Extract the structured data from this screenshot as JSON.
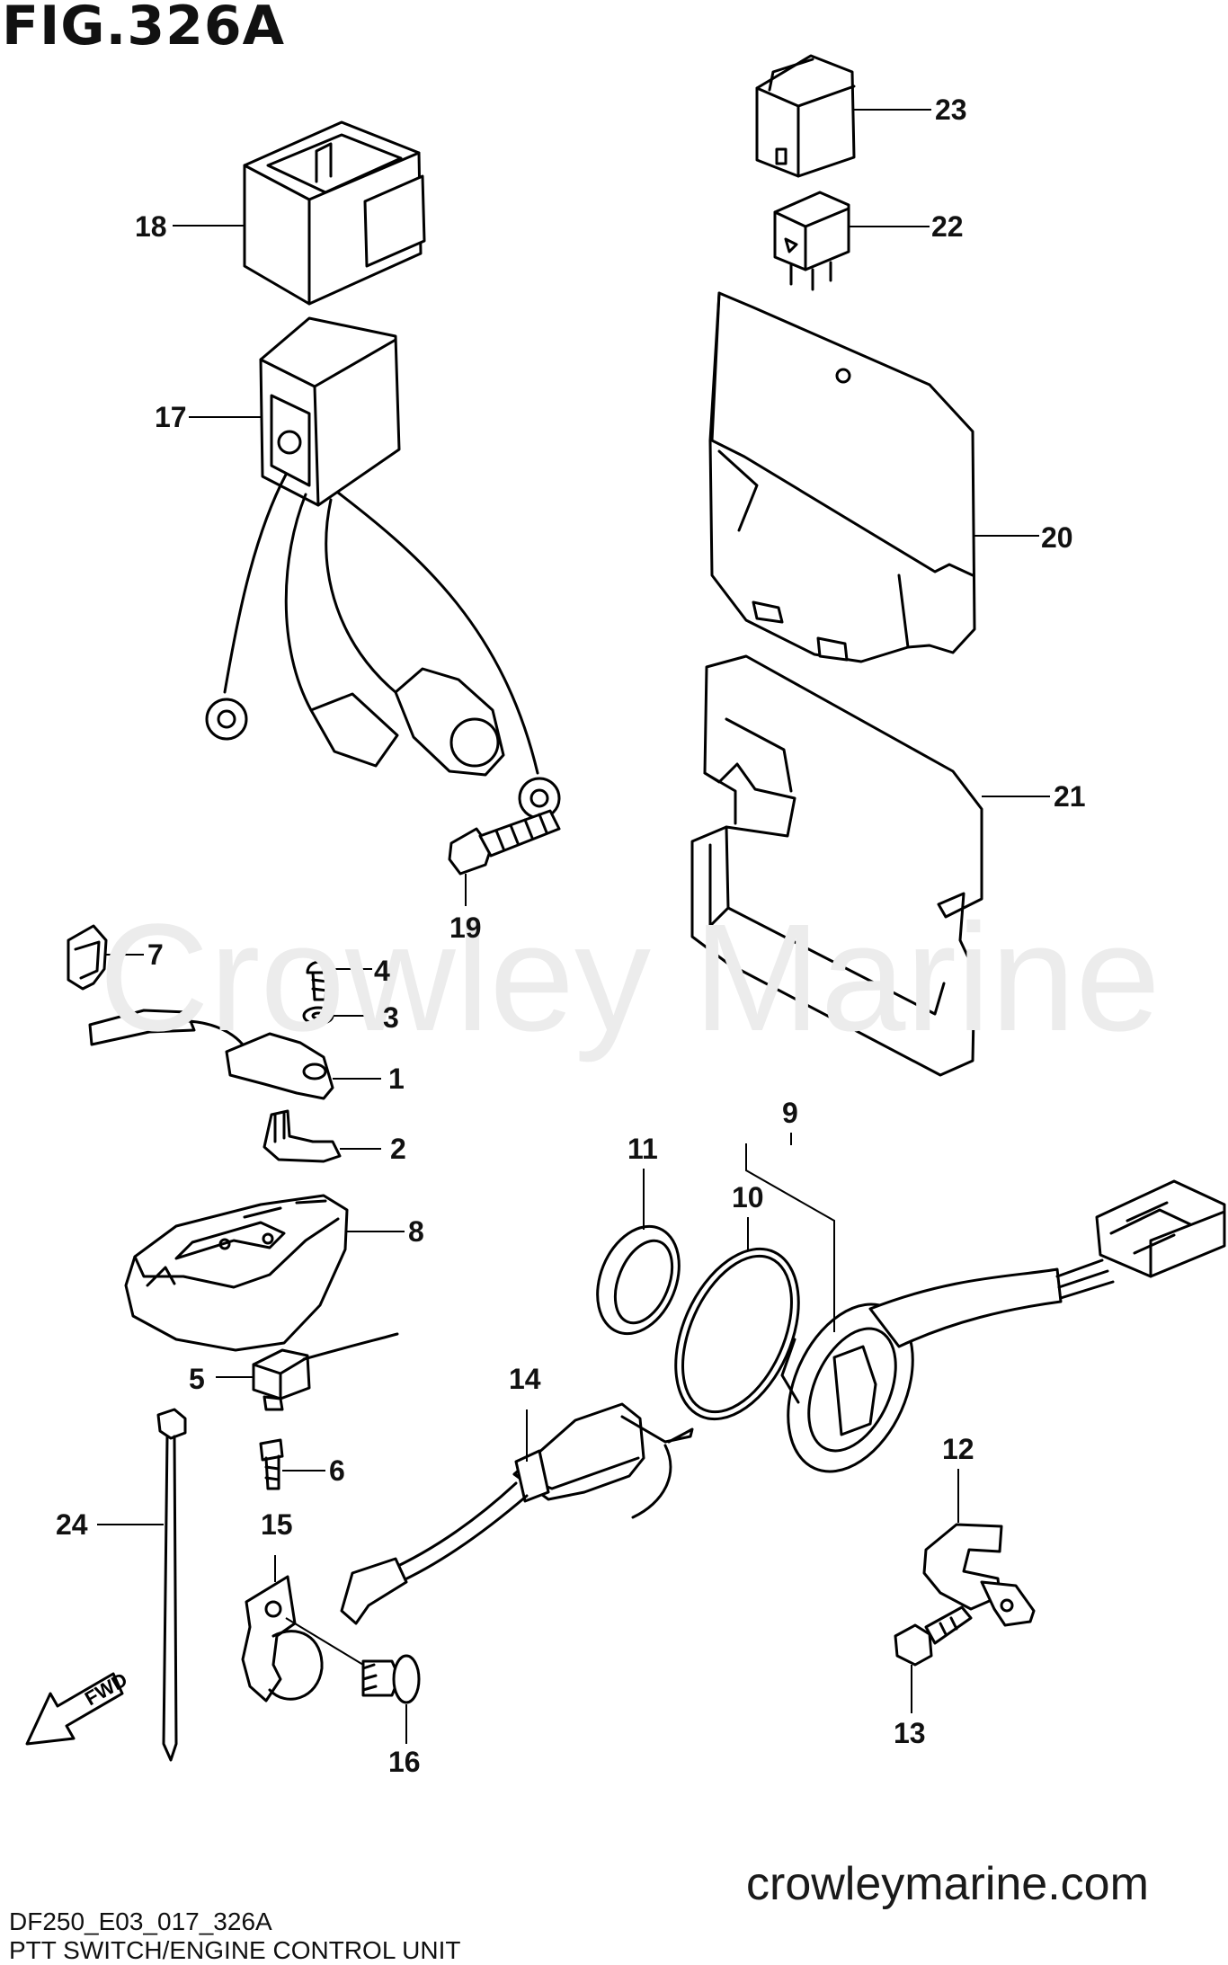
{
  "figure": {
    "title": "FIG.326A",
    "watermark": "Crowley Marine",
    "website": "crowleymarine.com",
    "drawing_code": "DF250_E03_017_326A",
    "caption": "PTT SWITCH/ENGINE CONTROL UNIT",
    "fwd_label": "FWD"
  },
  "callouts": {
    "c1": "1",
    "c2": "2",
    "c3": "3",
    "c4": "4",
    "c5": "5",
    "c6": "6",
    "c7": "7",
    "c8": "8",
    "c9": "9",
    "c10": "10",
    "c11": "11",
    "c12": "12",
    "c13": "13",
    "c14": "14",
    "c15": "15",
    "c16": "16",
    "c17": "17",
    "c18": "18",
    "c19": "19",
    "c20": "20",
    "c21": "21",
    "c22": "22",
    "c23": "23",
    "c24": "24"
  }
}
